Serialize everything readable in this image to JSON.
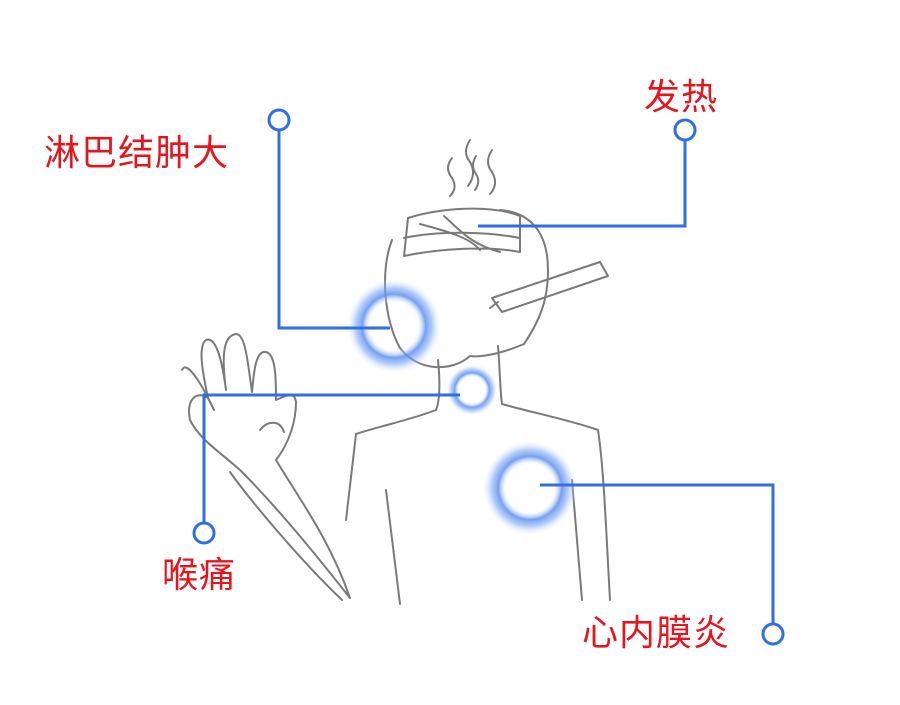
{
  "colors": {
    "label_text": "#e8141c",
    "leader_line": "#2f6fe6",
    "glow": "#5b8ff0",
    "sketch_line": "#7a7a7a"
  },
  "labels": {
    "lymph": "淋巴结肿大",
    "fever": "发热",
    "sore_throat": "喉痛",
    "endocarditis": "心内膜炎"
  }
}
